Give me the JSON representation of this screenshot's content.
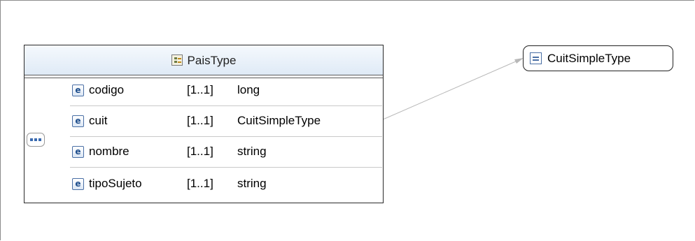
{
  "complex_type": {
    "name": "PaisType",
    "icon": "complex-type-icon"
  },
  "elements": [
    {
      "name": "codigo",
      "cardinality": "[1..1]",
      "type": "long"
    },
    {
      "name": "cuit",
      "cardinality": "[1..1]",
      "type": "CuitSimpleType"
    },
    {
      "name": "nombre",
      "cardinality": "[1..1]",
      "type": "string"
    },
    {
      "name": "tipoSujeto",
      "cardinality": "[1..1]",
      "type": "string"
    }
  ],
  "element_icon_letter": "e",
  "simple_type": {
    "name": "CuitSimpleType",
    "icon": "simple-type-icon"
  },
  "colors": {
    "header_gradient_top": "#f5f9fd",
    "header_gradient_bottom": "#dfeaf6",
    "icon_blue": "#1d4d8c",
    "link_gray": "#b8b8b8"
  }
}
